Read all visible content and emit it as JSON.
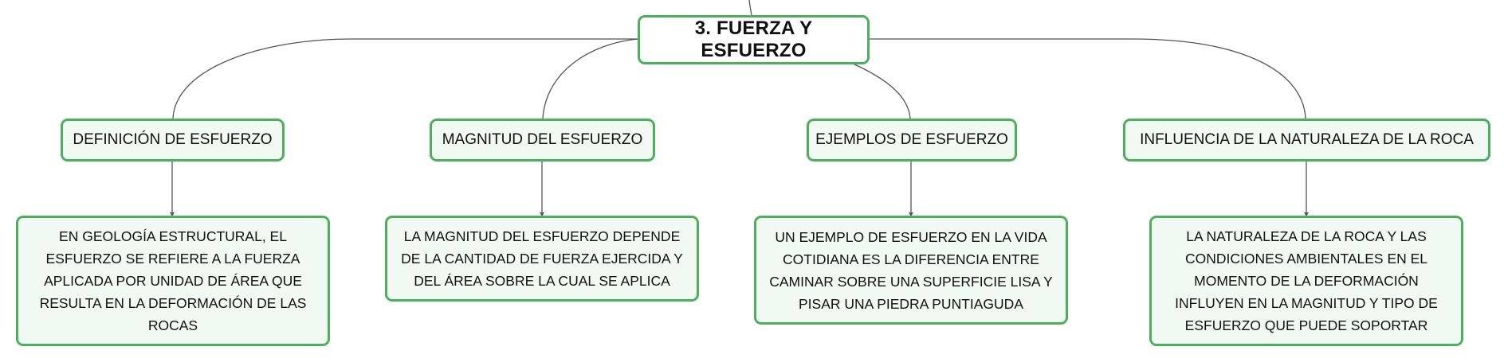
{
  "root": {
    "title": "3. FUERZA Y ESFUERZO"
  },
  "topics": [
    {
      "title": "DEFINICIÓN DE ESFUERZO",
      "detail": "EN GEOLOGÍA ESTRUCTURAL, EL ESFUERZO SE REFIERE A LA FUERZA APLICADA POR UNIDAD DE ÁREA QUE RESULTA EN LA DEFORMACIÓN DE LAS ROCAS"
    },
    {
      "title": "MAGNITUD DEL ESFUERZO",
      "detail": "LA MAGNITUD DEL ESFUERZO DEPENDE DE LA CANTIDAD DE FUERZA EJERCIDA Y DEL ÁREA SOBRE LA CUAL SE APLICA"
    },
    {
      "title": "EJEMPLOS DE ESFUERZO",
      "detail": "UN EJEMPLO DE ESFUERZO EN LA VIDA COTIDIANA ES LA DIFERENCIA ENTRE CAMINAR SOBRE UNA SUPERFICIE LISA Y PISAR UNA PIEDRA PUNTIAGUDA"
    },
    {
      "title": "INFLUENCIA DE LA NATURALEZA DE LA ROCA",
      "detail": "LA NATURALEZA DE LA ROCA Y LAS CONDICIONES AMBIENTALES EN EL MOMENTO DE LA DEFORMACIÓN INFLUYEN EN LA MAGNITUD Y TIPO DE ESFUERZO QUE PUEDE SOPORTAR"
    }
  ],
  "colors": {
    "node_border": "#4caf5c",
    "node_fill": "#f1f9f3",
    "connector": "#555555"
  }
}
